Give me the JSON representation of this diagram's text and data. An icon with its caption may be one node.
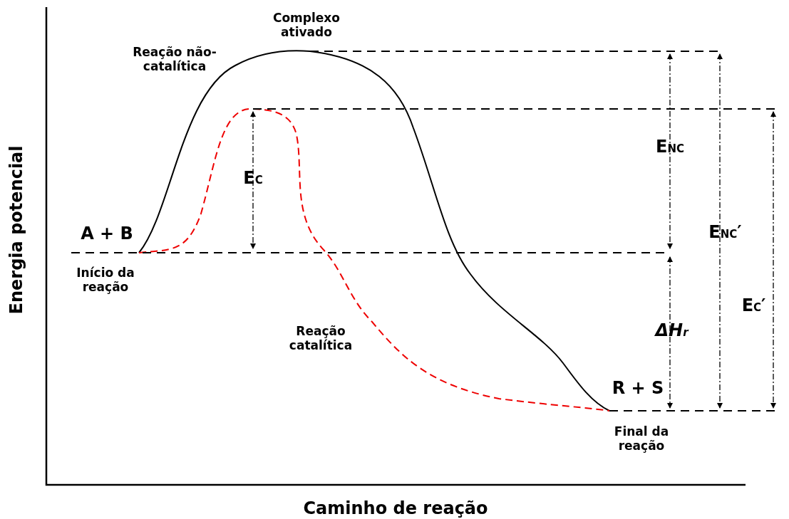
{
  "diagram": {
    "labels": [
      "Complexo ativado",
      "Reação não-catalítica",
      "A + B",
      "Início da reação",
      "E$_{C}$",
      "E$_{NC}$",
      "E$_{NC}$′",
      "E$_{C}$′",
      "ΔH$_{r}$",
      "Reação catalítica",
      "R + S",
      "Final da reação",
      "Energia potencial",
      "Caminho de reação"
    ]
  }
}
